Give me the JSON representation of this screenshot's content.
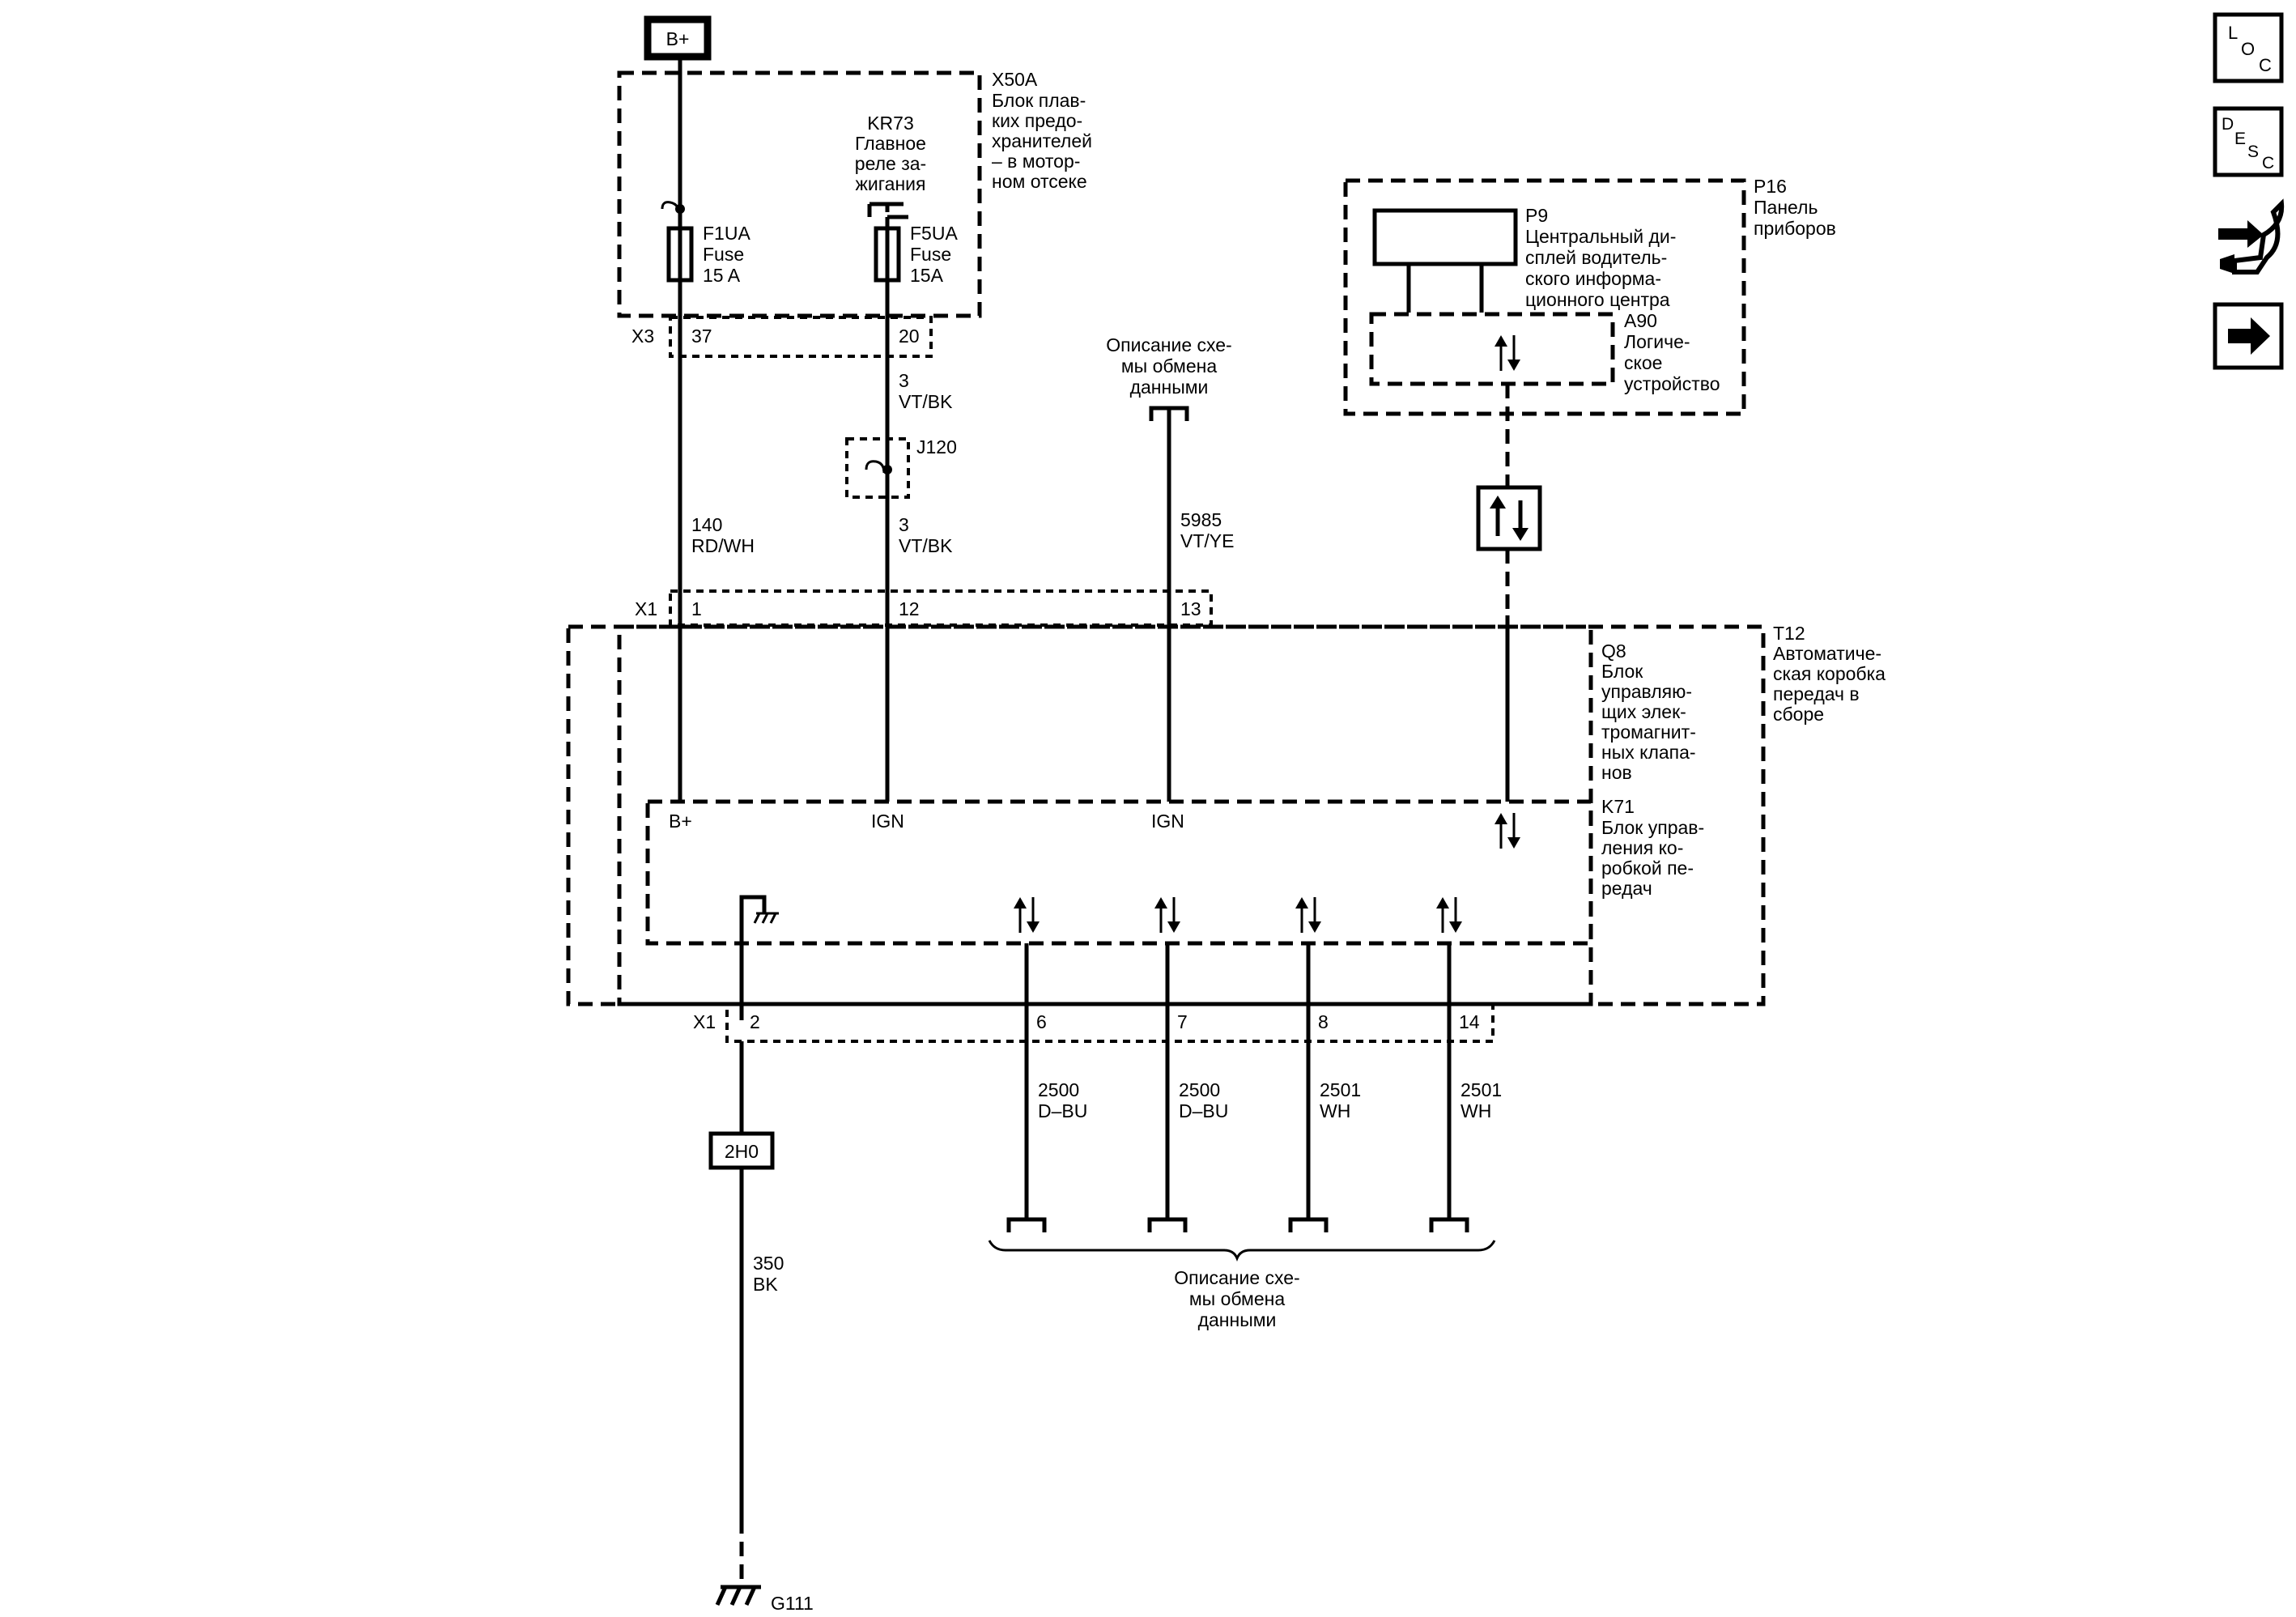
{
  "power": {
    "bplus": "B+"
  },
  "fuse_block": {
    "id": "X50A",
    "desc": [
      "Блок плав-",
      "ких предо-",
      "хранителей",
      "– в мотор-",
      "ном отсеке"
    ]
  },
  "relay": {
    "id": "KR73",
    "desc": [
      "Главное",
      "реле за-",
      "жигания"
    ]
  },
  "fuse1": {
    "id": "F1UA",
    "type": "Fuse",
    "rating": "15 A"
  },
  "fuse2": {
    "id": "F5UA",
    "type": "Fuse",
    "rating": "15A"
  },
  "x3": {
    "label": "X3",
    "pin_a": "37",
    "pin_b": "20"
  },
  "wire_vtbk_1": {
    "num": "3",
    "color": "VT/BK"
  },
  "splice": {
    "id": "J120"
  },
  "wire_vtbk_2": {
    "num": "3",
    "color": "VT/BK"
  },
  "wire_140": {
    "num": "140",
    "color": "RD/WH"
  },
  "data_comm_top": {
    "lines": [
      "Описание схе-",
      "мы обмена",
      "данными"
    ]
  },
  "wire_5985": {
    "num": "5985",
    "color": "VT/YE"
  },
  "x1_top": {
    "label": "X1",
    "pin_1": "1",
    "pin_12": "12",
    "pin_13": "13"
  },
  "p16": {
    "id": "P16",
    "desc": [
      "Панель",
      "приборов"
    ]
  },
  "p9": {
    "id": "P9",
    "desc": [
      "Центральный ди-",
      "сплей водитель-",
      "ского информа-",
      "ционного центра"
    ]
  },
  "a90": {
    "id": "A90",
    "desc": [
      "Логиче-",
      "ское",
      "устройство"
    ]
  },
  "t12": {
    "id": "T12",
    "desc": [
      "Автоматиче-",
      "ская коробка",
      "передач в",
      "сборе"
    ]
  },
  "q8": {
    "id": "Q8",
    "desc": [
      "Блок",
      "управляю-",
      "щих элек-",
      "тромагнит-",
      "ных клапа-",
      "нов"
    ]
  },
  "k71": {
    "id": "K71",
    "desc": [
      "Блок управ-",
      "ления ко-",
      "робкой пе-",
      "редач"
    ],
    "pin_bplus": "B+",
    "pin_ign1": "IGN",
    "pin_ign2": "IGN"
  },
  "x1_bottom": {
    "label": "X1",
    "pins": [
      "2",
      "6",
      "7",
      "8",
      "14"
    ]
  },
  "wires_bottom": [
    {
      "num": "2500",
      "color": "D–BU"
    },
    {
      "num": "2500",
      "color": "D–BU"
    },
    {
      "num": "2501",
      "color": "WH"
    },
    {
      "num": "2501",
      "color": "WH"
    }
  ],
  "data_comm_bottom": {
    "lines": [
      "Описание схе-",
      "мы обмена",
      "данными"
    ]
  },
  "inline_connector": {
    "id": "2H0"
  },
  "wire_350": {
    "num": "350",
    "color": "BK"
  },
  "ground": {
    "id": "G111"
  },
  "nav": {
    "loc_letters": [
      "L",
      "O",
      "C"
    ],
    "desc_letters": [
      "D",
      "E",
      "S",
      "C"
    ],
    "icons": [
      "loc-icon",
      "desc-icon",
      "connector-repair-icon",
      "next-arrow-icon"
    ]
  }
}
